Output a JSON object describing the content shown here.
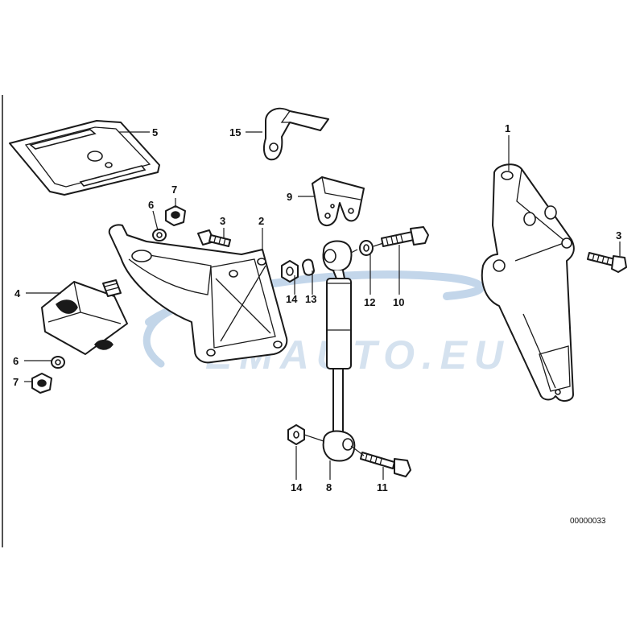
{
  "diagram": {
    "reference_number": "00000033",
    "watermark": "EMAUTO.EU",
    "colors": {
      "line": "#1a1a1a",
      "watermark_blue": "#b9cfe6",
      "watermark_red": "#f2b8b8"
    },
    "callouts": {
      "c1": "1",
      "c2": "2",
      "c3a": "3",
      "c3b": "3",
      "c4": "4",
      "c5": "5",
      "c6a": "6",
      "c6b": "6",
      "c7a": "7",
      "c7b": "7",
      "c8": "8",
      "c9": "9",
      "c10": "10",
      "c11": "11",
      "c12": "12",
      "c13": "13",
      "c14a": "14",
      "c14b": "14",
      "c15": "15"
    }
  }
}
